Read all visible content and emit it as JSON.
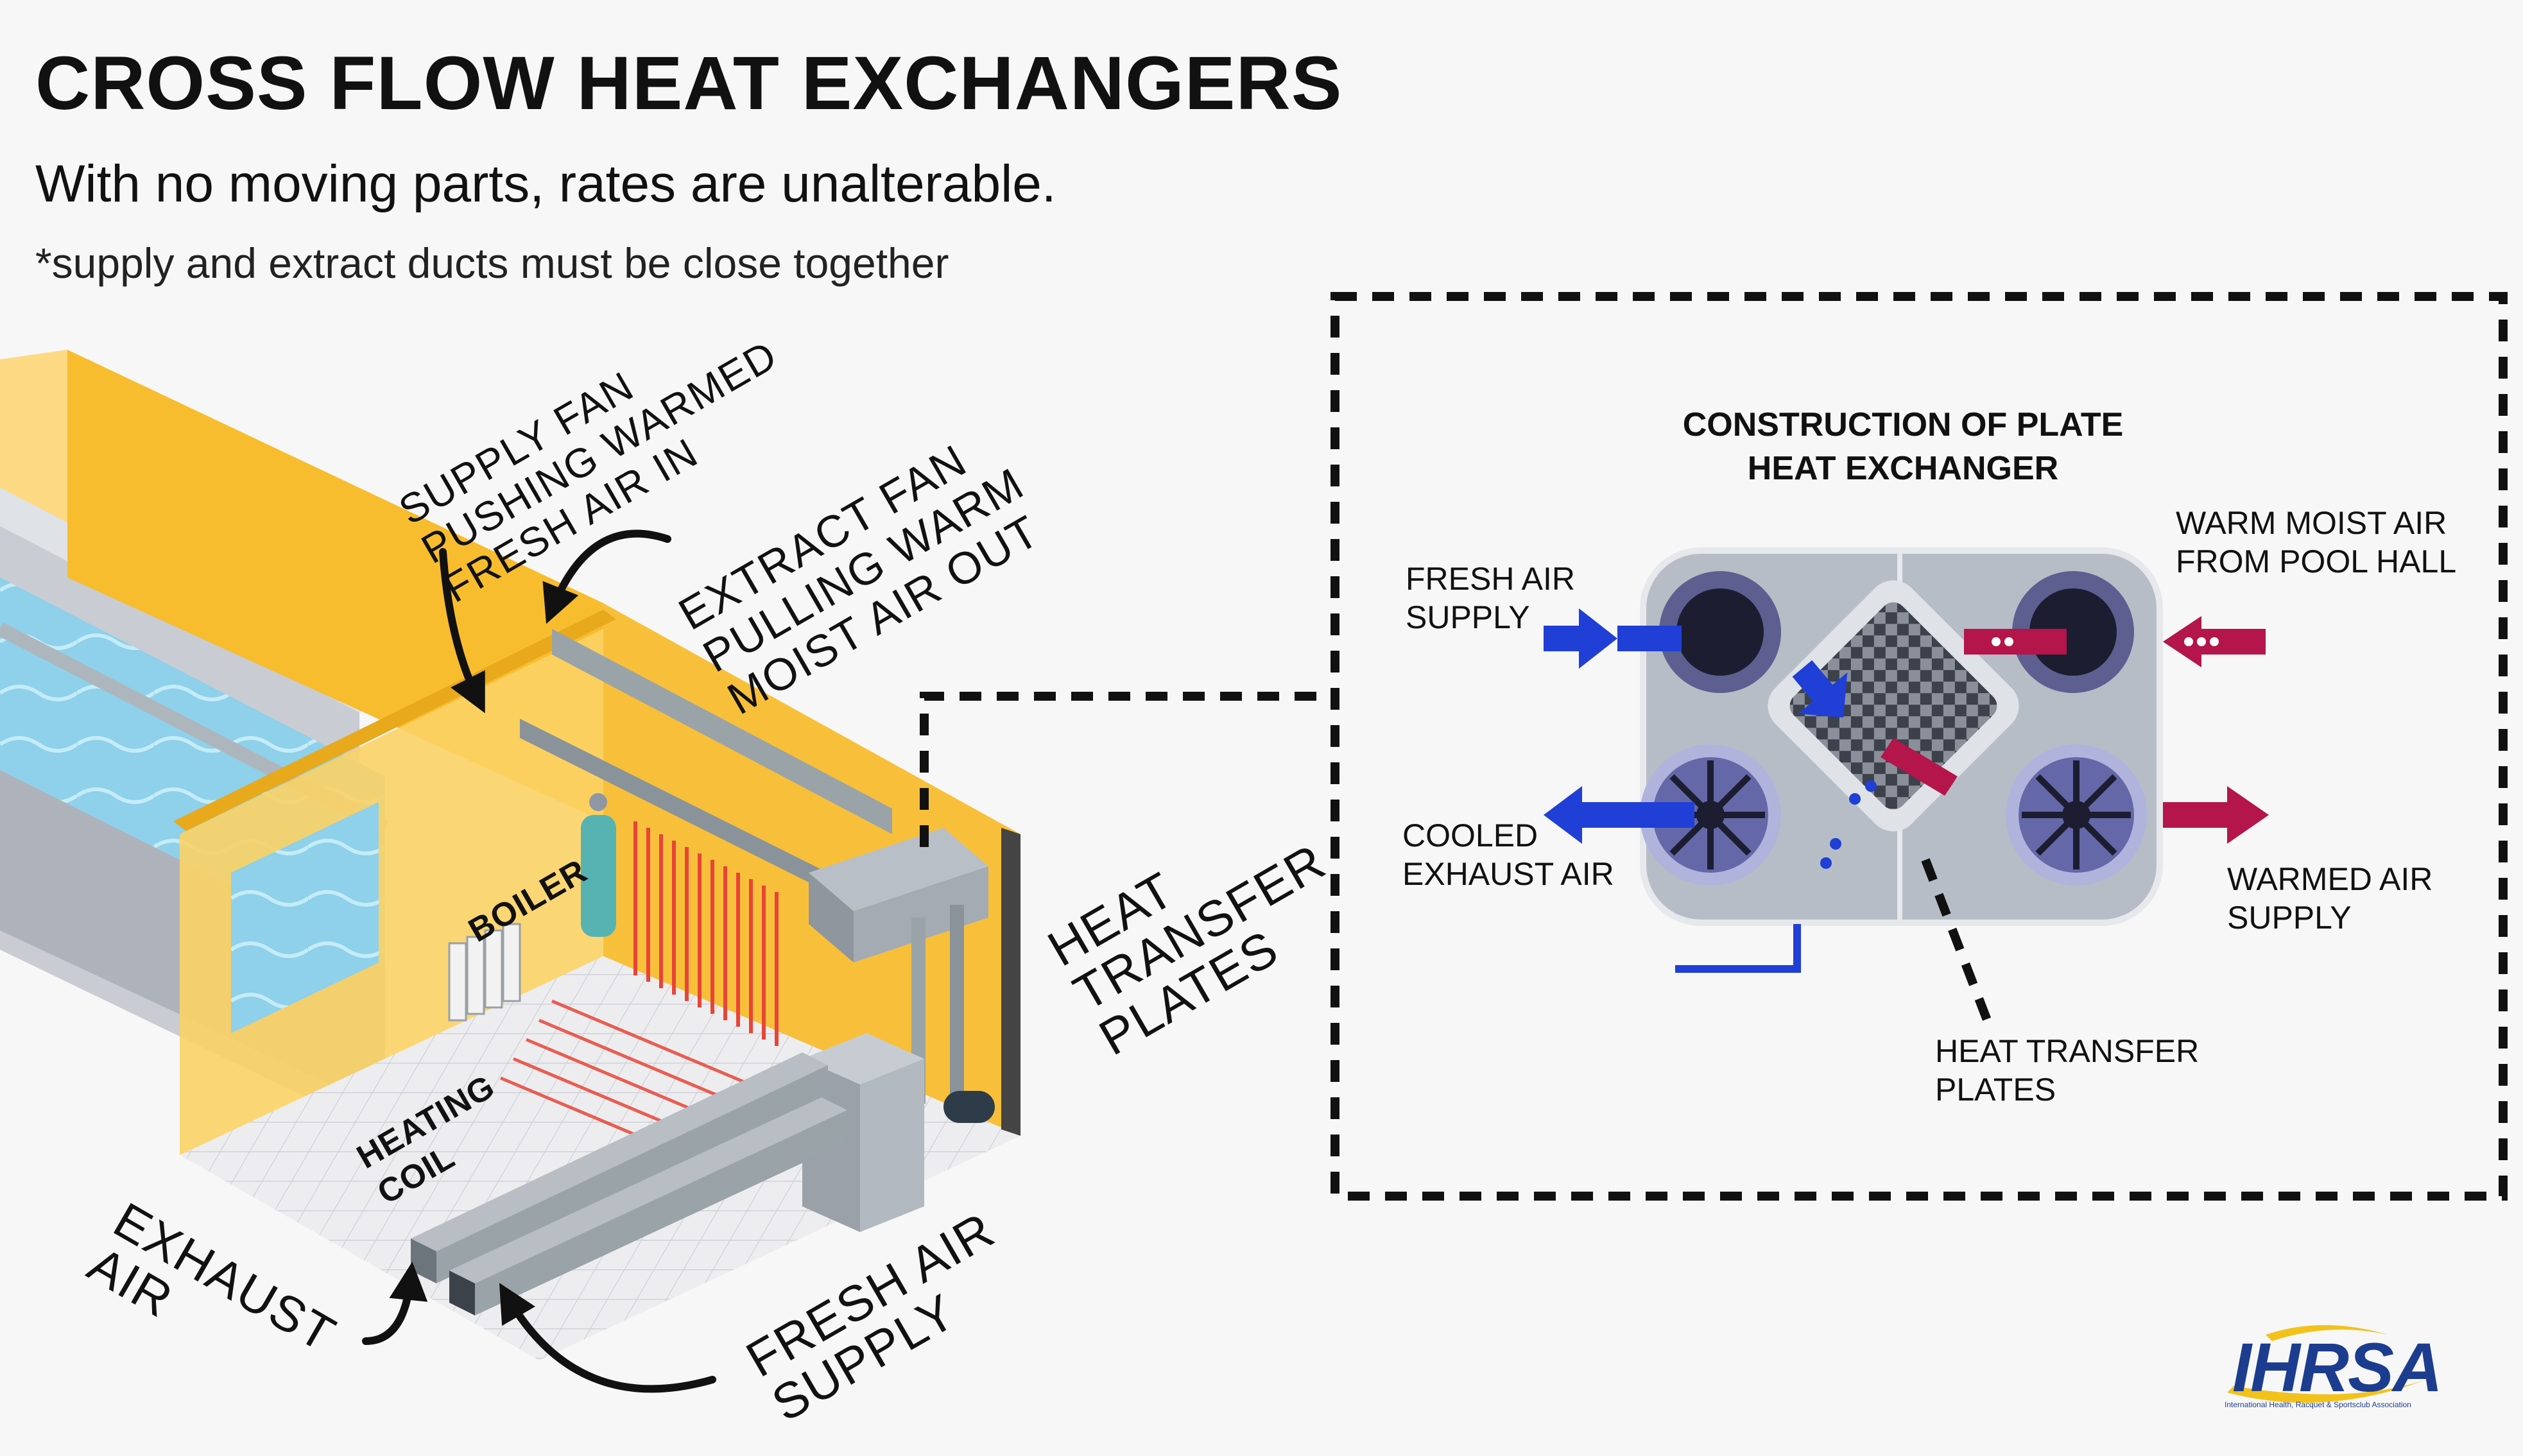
{
  "title": "CROSS FLOW HEAT EXCHANGERS",
  "subtitle": "With no moving parts, rates are unalterable.",
  "note": "*supply and extract ducts must be close together",
  "room_labels": {
    "supply_fan": "SUPPLY FAN\nPUSHING WARMED\nFRESH AIR IN",
    "extract_fan": "EXTRACT FAN\nPULLING WARM\nMOIST AIR OUT",
    "heat_transfer_plates": "HEAT\nTRANSFER\nPLATES",
    "boiler": "BOILER",
    "heating_coil": "HEATING\nCOIL",
    "exhaust_air": "EXHAUST\nAIR",
    "fresh_air_supply": "FRESH AIR\nSUPPLY"
  },
  "inset": {
    "title": "CONSTRUCTION OF PLATE\nHEAT EXCHANGER",
    "fresh_air_supply": "FRESH AIR\nSUPPLY",
    "cooled_exhaust_air": "COOLED\nEXHAUST AIR",
    "warm_moist_air": "WARM MOIST AIR\nFROM POOL HALL",
    "warmed_air_supply": "WARMED AIR\nSUPPLY",
    "heat_transfer_plates": "HEAT TRANSFER\nPLATES"
  },
  "logo": {
    "name": "IHRSA",
    "tagline": "International Health, Racquet & Sportsclub Association"
  },
  "colors": {
    "wall_yellow": "#f7bd2f",
    "water_blue": "#8fd0ea",
    "cold_air_blue": "#1f3fd6",
    "warm_air_red": "#b4154a",
    "duct_grey": "#9aa3a8",
    "logo_blue": "#1c3d8f",
    "logo_yellow": "#f2c21b"
  },
  "icons": [
    "fan-icon",
    "arrow-icon",
    "water-drop-icon"
  ]
}
